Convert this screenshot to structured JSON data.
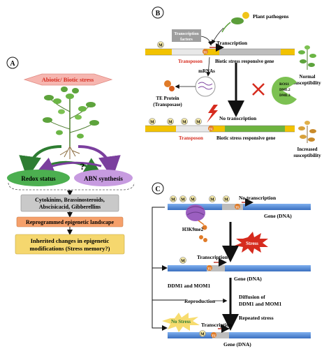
{
  "panels": {
    "a": "A",
    "b": "B",
    "c": "C"
  },
  "panel_a": {
    "stress_banner": "Abiotic/ Biotic stress",
    "question_mark": "?",
    "redox": "Redox status",
    "abn": "ABN synthesis",
    "hormones_line1": "Cytokinins, Brassinosteroids,",
    "hormones_line2": "Abscisicacid, Gibberellins",
    "reprogrammed": "Reprogrammed epigenetic landscape",
    "inherited_line1": "Inherited changes in epigenetic",
    "inherited_line2": "modifications (Stress memory?)"
  },
  "panel_b": {
    "plant_pathogens": "Plant pathogens",
    "transcription_factors_1": "Transcription",
    "transcription_factors_2": "factors",
    "transcription": "Transcription",
    "transposon_top": "Transposon",
    "gene_top": "Biotic stress responsive gene",
    "normal_1": "Normal",
    "normal_2": "susceptibility",
    "mrnas": "mRNAs",
    "te_protein_1": "TE Protein",
    "te_protein_2": "(Transposase)",
    "ros1": "ROS1",
    "dml2": "DML2",
    "dml3": "DML3",
    "no_transcription": "No transcription",
    "transposon_bottom": "Transposon",
    "gene_bottom": "Biotic stress responsive gene",
    "increased_1": "Increased",
    "increased_2": "susceptibility",
    "m": "M",
    "te": "TE"
  },
  "panel_c": {
    "no_transcription": "No transcription",
    "gene_dna_1": "Gene (DNA)",
    "h3k9me2": "H3K9me2",
    "stress": "Stress",
    "transcription_1": "Transcription",
    "gene_dna_2": "Gene (DNA)",
    "ddm1_mom1": "DDM1 and MOM1",
    "reproduction": "Reproduction",
    "diffusion_1": "Diffusion of",
    "diffusion_2": "DDM1 and MOM1",
    "no_stress": "No Stress",
    "repeated_stress": "Repeated stress",
    "transcription_2": "Transcription",
    "gene_dna_3": "Gene (DNA)",
    "m": "M",
    "te": "TE"
  },
  "colors": {
    "green_arrow": "#2e7d32",
    "purple_arrow": "#7b3f9e",
    "redox_fill": "#4caf50",
    "abn_fill": "#c79be0",
    "hormone_box": "#c9c9c9",
    "reprog_box": "#f5a06b",
    "inherited_box": "#f5d76e",
    "dna_yellow": "#f2c200",
    "dna_gray": "#bdbdbd",
    "dna_green": "#6db33f",
    "dna_blue": "#5b8fd6",
    "transposon_red": "#d62b1e"
  }
}
